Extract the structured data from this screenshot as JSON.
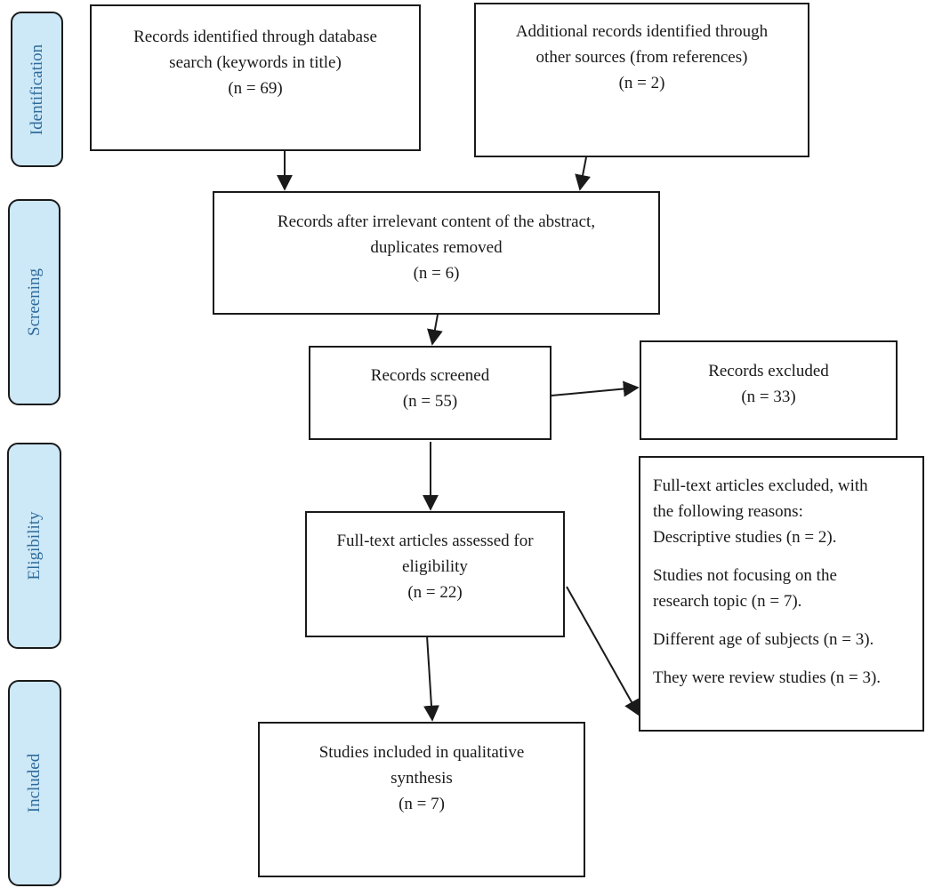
{
  "phases": {
    "identification": "Identification",
    "screening": "Screening",
    "eligibility": "Eligibility",
    "included": "Included"
  },
  "boxes": {
    "db_search": {
      "line1": "Records identified through database",
      "line2": "search (keywords in title)",
      "count": "(n = 69)"
    },
    "other_sources": {
      "line1": "Additional records identified through",
      "line2": "other sources (from references)",
      "count": "(n = 2)"
    },
    "after_removal": {
      "line1": "Records after irrelevant content of the abstract,",
      "line2": "duplicates removed",
      "count": "(n = 6)"
    },
    "screened": {
      "line1": "Records screened",
      "count": "(n = 55)"
    },
    "excluded": {
      "line1": "Records excluded",
      "count": "(n = 33)"
    },
    "fulltext": {
      "line1": "Full-text articles assessed for",
      "line2": "eligibility",
      "count": "(n = 22)"
    },
    "fulltext_excluded": {
      "line1": "Full-text articles excluded, with",
      "line2": "the following reasons:",
      "line3": "Descriptive studies (n = 2).",
      "line4": "Studies not focusing on the",
      "line5": "research topic (n = 7).",
      "line6": "Different age of subjects (n = 3).",
      "line7": "They were review studies (n = 3)."
    },
    "included": {
      "line1": "Studies included in qualitative",
      "line2": "synthesis",
      "count": "(n = 7)"
    }
  }
}
